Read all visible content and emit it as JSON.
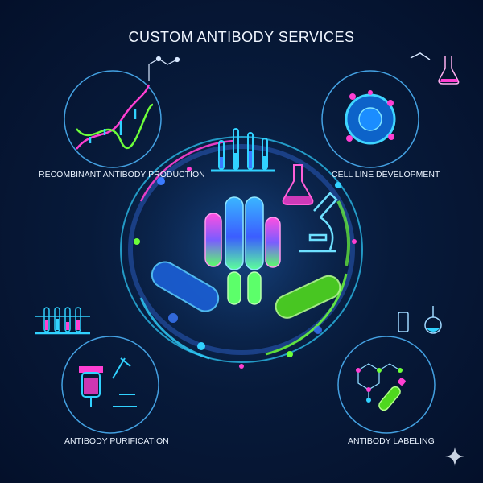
{
  "title": "CUSTOM ANTIBODY SERVICES",
  "services": [
    {
      "label": "RECOMBINANT ANTIBODY PRODUCTION"
    },
    {
      "label": "CELL LINE DEVELOPMENT"
    },
    {
      "label": "ANTIBODY PURIFICATION"
    },
    {
      "label": "ANTIBODY LABELING"
    }
  ],
  "colors": {
    "background": "#071a3a",
    "cyan": "#31d2ff",
    "magenta": "#ff3fd2",
    "green": "#6dff3a",
    "blue": "#3b7bff"
  }
}
